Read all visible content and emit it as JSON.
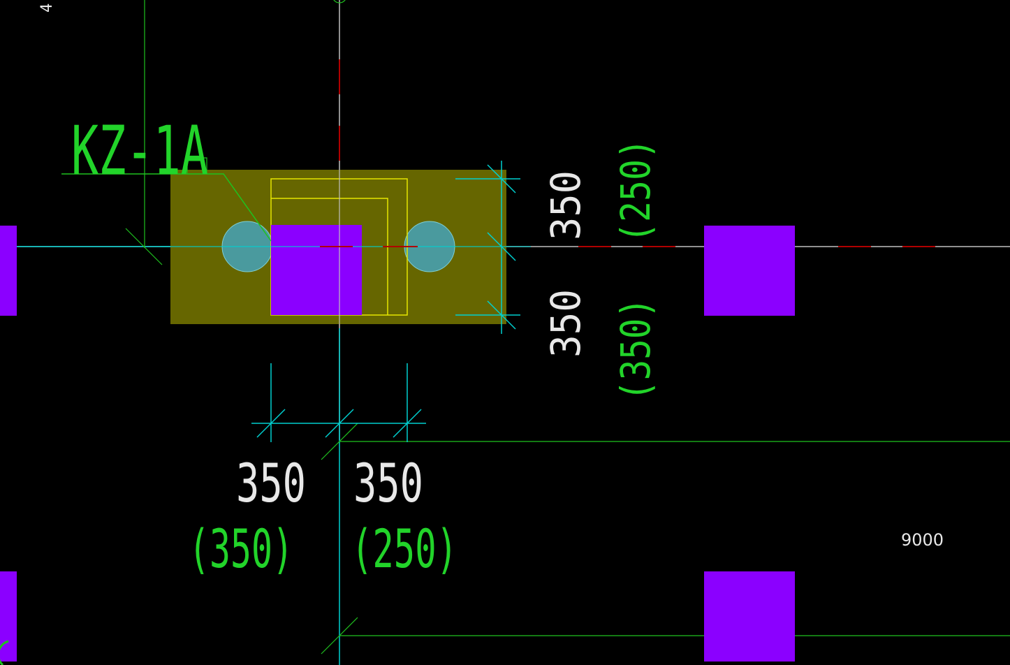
{
  "drawing": {
    "partial_edge_text": "4",
    "footing_label": "KZ-1A",
    "colors": {
      "background": "#000000",
      "column_fill": "#8b00ff",
      "footing_fill": "#666600",
      "pile_fill": "#4a9a9e",
      "dimension_line": "#00d0d0",
      "grid_line": "#bfbfbf",
      "green_line": "#1fc21f",
      "yellow_line": "#e6e600",
      "axis_red": "#b00000"
    },
    "dims": {
      "vertical_top": "350",
      "vertical_top_paren": "(250)",
      "vertical_bottom": "350",
      "vertical_bottom_paren": "(350)",
      "horizontal_left": "350",
      "horizontal_left_paren": "(350)",
      "horizontal_right": "350",
      "horizontal_right_paren": "(250)"
    },
    "span_label": "9000"
  }
}
